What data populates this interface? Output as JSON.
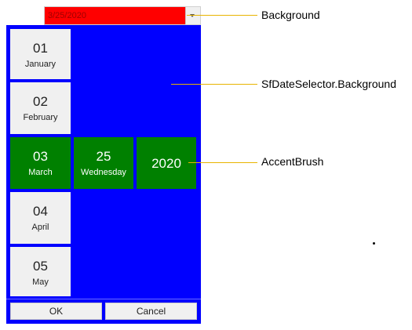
{
  "date_picker": {
    "value": "3/25/2020",
    "dropdown_icon": "chevron-down-icon"
  },
  "selector": {
    "columns": {
      "month": [
        {
          "num": "01",
          "name": "January"
        },
        {
          "num": "02",
          "name": "February"
        },
        {
          "num": "03",
          "name": "March",
          "selected": true
        },
        {
          "num": "04",
          "name": "April"
        },
        {
          "num": "05",
          "name": "May"
        }
      ],
      "day": {
        "num": "25",
        "name": "Wednesday",
        "selected": true
      },
      "year": {
        "num": "2020",
        "selected": true
      }
    },
    "buttons": {
      "ok": "OK",
      "cancel": "Cancel"
    }
  },
  "annotations": {
    "background": "Background",
    "selector_background": "SfDateSelector.Background",
    "accent_brush": "AccentBrush"
  },
  "colors": {
    "input_background": "#ff0000",
    "selector_background": "#0000ff",
    "accent": "#008000",
    "item_background": "#f0f0f0",
    "callout_line": "#e8b400"
  }
}
